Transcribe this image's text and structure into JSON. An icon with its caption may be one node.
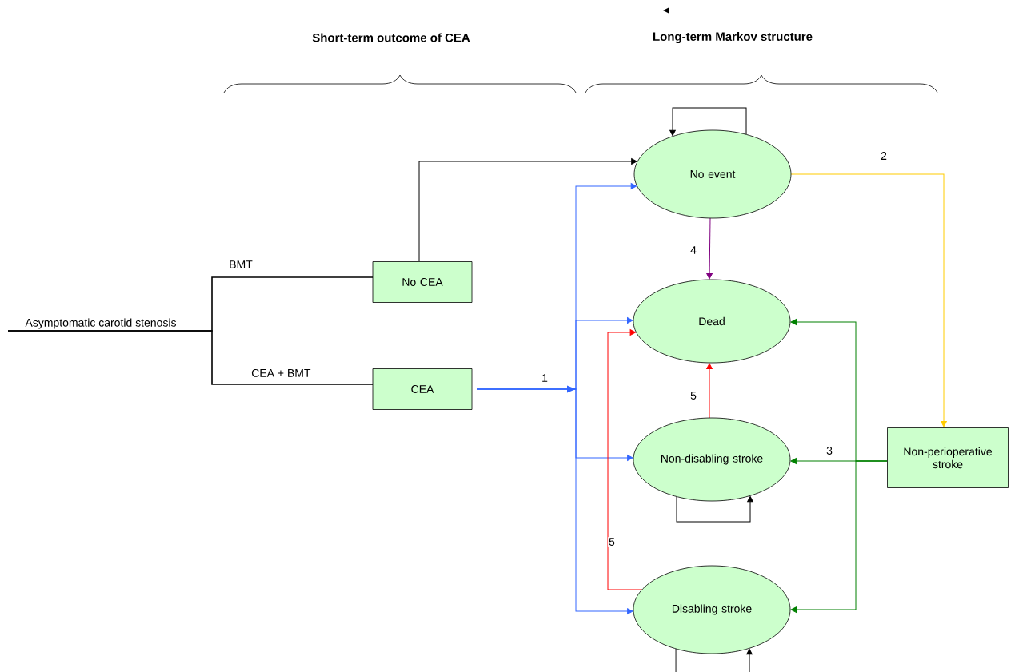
{
  "diagram": {
    "nodes": [
      {
        "text": [
          "Asymptomatic carotid stenosis"
        ]
      },
      {
        "text": [
          "No CEA"
        ]
      },
      {
        "text": [
          "CEA"
        ]
      },
      {
        "text": [
          "No event"
        ]
      },
      {
        "text": [
          "Dead"
        ]
      },
      {
        "text": [
          "Non-disabling stroke"
        ]
      },
      {
        "text": [
          "Disabling stroke"
        ]
      },
      {
        "text": [
          "Non-perioperative stroke"
        ]
      }
    ],
    "edges": [
      {
        "from": 0,
        "to": 1,
        "arrow": "none",
        "label": "BMT"
      },
      {
        "from": 0,
        "to": 2,
        "arrow": "none",
        "label": "CEA + BMT"
      },
      {
        "from": 1,
        "to": 3,
        "arrow": "to"
      },
      {
        "from": 2,
        "to": 3,
        "arrow": "to",
        "color": "#3366ff",
        "label": "1"
      },
      {
        "from": 2,
        "to": 4,
        "arrow": "to",
        "color": "#3366ff"
      },
      {
        "from": 2,
        "to": 5,
        "arrow": "to",
        "color": "#3366ff"
      },
      {
        "from": 2,
        "to": 6,
        "arrow": "to",
        "color": "#3366ff"
      },
      {
        "from": 3,
        "to": 3,
        "arrow": "to"
      },
      {
        "from": 3,
        "to": 7,
        "arrow": "to",
        "color": "#ffcc00",
        "label": "2"
      },
      {
        "from": 3,
        "to": 4,
        "arrow": "to",
        "color": "#800080",
        "label": "4"
      },
      {
        "from": 5,
        "to": 4,
        "arrow": "to",
        "color": "#ff0000",
        "label": "5"
      },
      {
        "from": 6,
        "to": 4,
        "arrow": "to",
        "color": "#ff0000",
        "label": "5"
      },
      {
        "from": 5,
        "to": 5,
        "arrow": "to"
      },
      {
        "from": 6,
        "to": 6,
        "arrow": "to"
      },
      {
        "from": 7,
        "to": 5,
        "arrow": "to",
        "color": "#008000",
        "label": "3"
      },
      {
        "from": 7,
        "to": 4,
        "arrow": "to",
        "color": "#008000"
      },
      {
        "from": 7,
        "to": 6,
        "arrow": "to",
        "color": "#008000"
      }
    ],
    "labels": [
      "Short-term outcome of CEA",
      "Long-term Markov structure"
    ]
  }
}
